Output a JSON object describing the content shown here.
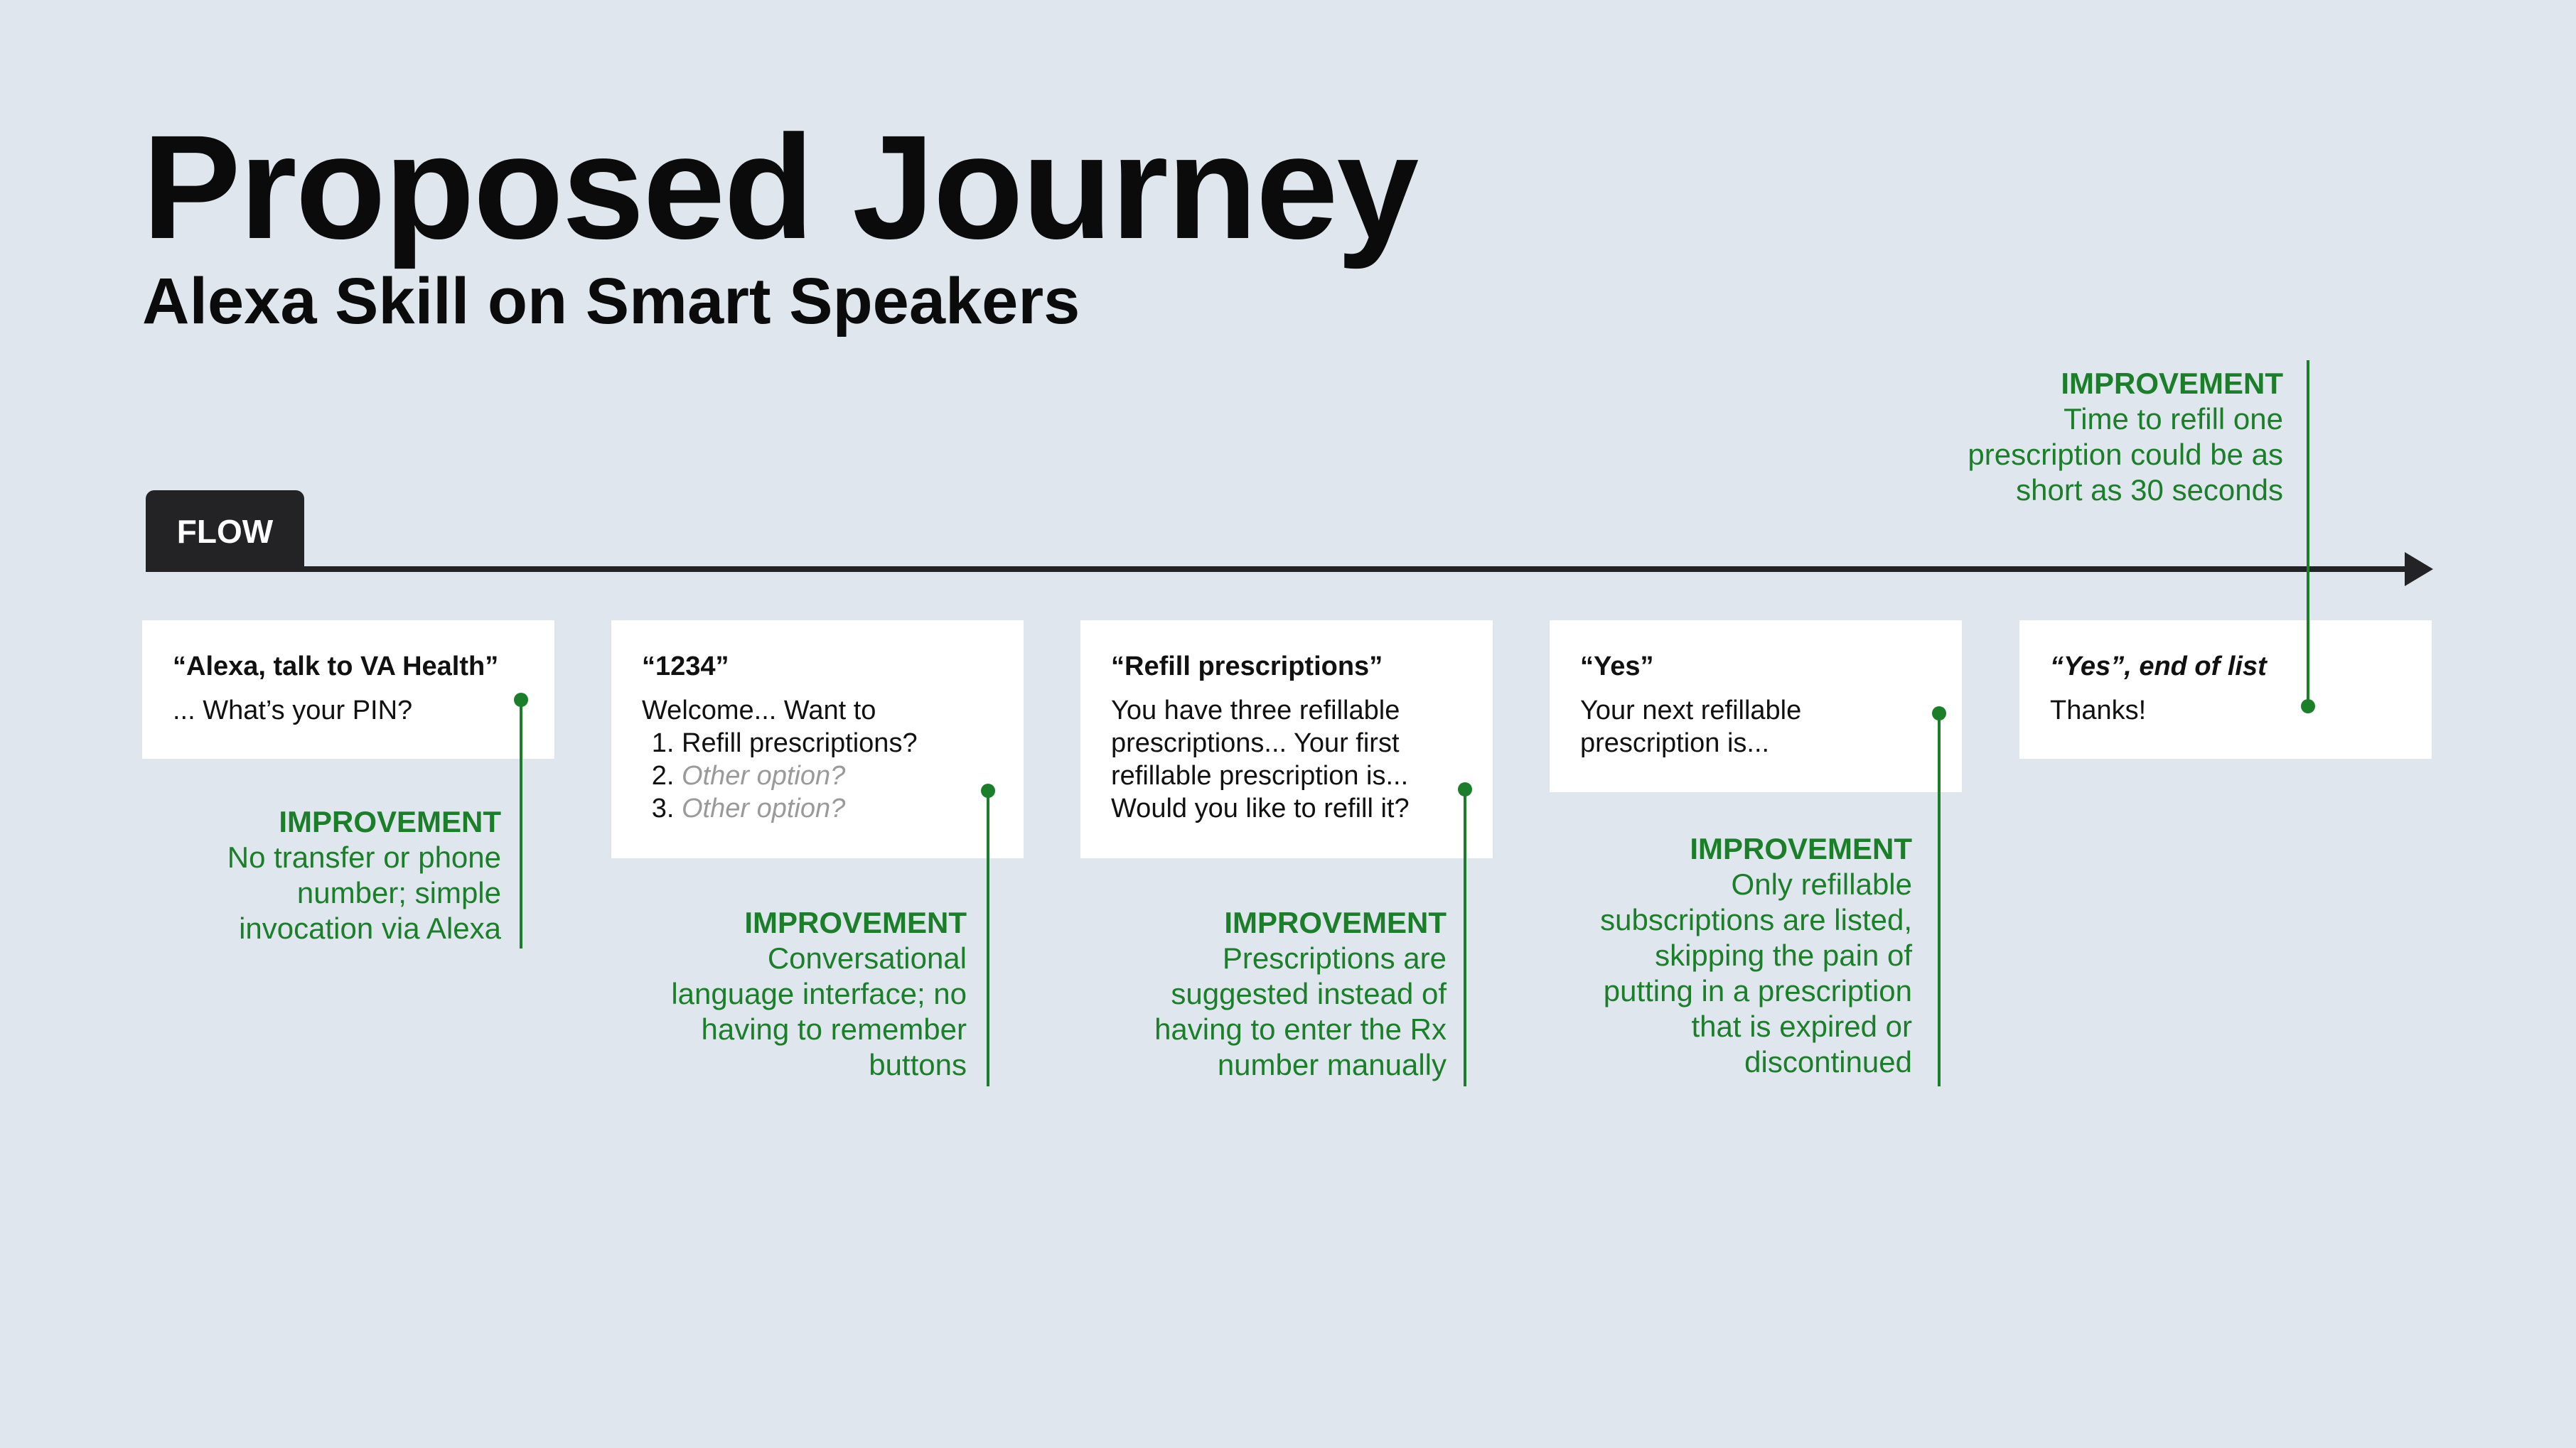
{
  "title": "Proposed Journey",
  "subtitle": "Alexa Skill on Smart Speakers",
  "flow_label": "FLOW",
  "colors": {
    "background": "#dfe6ee",
    "flow": "#232325",
    "improvement": "#1b7f2a",
    "card": "#ffffff"
  },
  "steps": [
    {
      "quote": "“Alexa, talk to VA Health”",
      "lines": [
        "... What’s your PIN?"
      ],
      "improvement": {
        "heading": "IMPROVEMENT",
        "text": "No transfer or phone number; simple invocation via Alexa"
      }
    },
    {
      "quote": "“1234”",
      "lines": [
        "Welcome... Want to"
      ],
      "options": [
        {
          "text": "Refill prescriptions?",
          "muted": false
        },
        {
          "text": "Other option?",
          "muted": true
        },
        {
          "text": "Other option?",
          "muted": true
        }
      ],
      "improvement": {
        "heading": "IMPROVEMENT",
        "text": "Conversational language interface; no having to remember buttons"
      }
    },
    {
      "quote": "“Refill prescriptions”",
      "lines": [
        "You have three refillable",
        "prescriptions... Your first",
        "refillable prescription is...",
        "Would you like to refill it?"
      ],
      "improvement": {
        "heading": "IMPROVEMENT",
        "text": "Prescriptions are suggested instead of having to enter the Rx number manually"
      }
    },
    {
      "quote": "“Yes”",
      "lines": [
        "Your next refillable",
        "prescription is..."
      ],
      "improvement": {
        "heading": "IMPROVEMENT",
        "text": "Only refillable subscriptions are listed, skipping the pain of putting in a prescription that is expired or discontinued"
      }
    },
    {
      "quote": "“Yes”, end of list",
      "lines": [
        "Thanks!"
      ],
      "improvement": {
        "heading": "IMPROVEMENT",
        "text": "Time to refill one prescription could be as short as 30 seconds"
      }
    }
  ]
}
